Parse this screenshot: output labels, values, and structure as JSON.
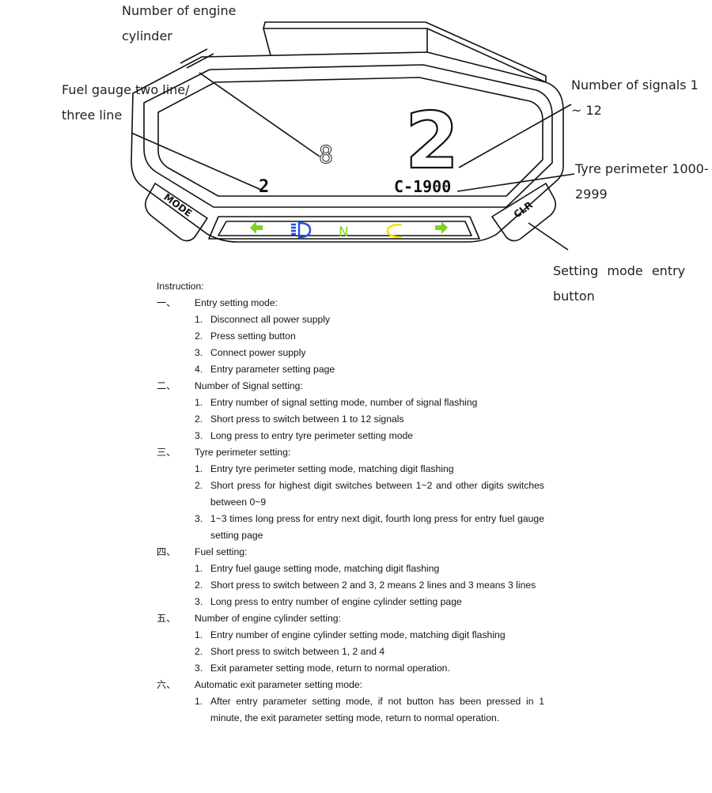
{
  "dashboard": {
    "cylinder_digit": "8",
    "fuel_digit": "2",
    "gear_digit": "2",
    "tyre_readout": "C-1900",
    "mode_button": "MODE",
    "clr_button": "CLR",
    "indicator_colors": {
      "left_turn": "#7ed321",
      "high_beam": "#1e4fd8",
      "neutral": "#7ed321",
      "check": "#f4e000",
      "right_turn": "#7ed321"
    },
    "neutral_label": "N"
  },
  "callouts": {
    "cylinder": "Number of engine\ncylinder",
    "fuel": "Fuel gauge two line/\nthree line",
    "signals": "Number of signals 1\n~ 12",
    "tyre": "Tyre perimeter 1000-\n2999",
    "setting_button": "Setting mode entry\nbutton"
  },
  "instructions": {
    "title": "Instruction:",
    "sections": [
      {
        "num": "一、",
        "title": "Entry setting mode:",
        "items": [
          {
            "num": "1.",
            "text": "Disconnect all power supply"
          },
          {
            "num": "2.",
            "text": "Press setting button"
          },
          {
            "num": "3.",
            "text": "Connect power supply"
          },
          {
            "num": "4.",
            "text": "Entry parameter setting page"
          }
        ]
      },
      {
        "num": "二、",
        "title": "Number of Signal setting:",
        "items": [
          {
            "num": "1.",
            "text": "Entry number of signal setting mode, number of signal flashing"
          },
          {
            "num": "2.",
            "text": "Short press to switch between 1 to 12 signals"
          },
          {
            "num": "3.",
            "text": "Long press to entry tyre perimeter setting mode"
          }
        ]
      },
      {
        "num": "三、",
        "title": "Tyre perimeter setting:",
        "items": [
          {
            "num": "1.",
            "text": "Entry tyre perimeter setting mode, matching digit flashing"
          },
          {
            "num": "2.",
            "text": "Short press for highest digit switches between 1~2 and other digits switches between 0~9"
          },
          {
            "num": "3.",
            "text": "1~3 times long press for entry next digit, fourth long press for entry fuel gauge setting page"
          }
        ]
      },
      {
        "num": "四、",
        "title": "Fuel setting:",
        "items": [
          {
            "num": "1.",
            "text": "Entry fuel gauge setting mode, matching digit flashing"
          },
          {
            "num": "2.",
            "text": "Short press to switch between 2 and 3, 2 means 2 lines and 3 means 3 lines"
          },
          {
            "num": "3.",
            "text": "Long press to entry number of engine cylinder setting page"
          }
        ]
      },
      {
        "num": "五、",
        "title": "Number of engine cylinder setting:",
        "items": [
          {
            "num": "1.",
            "text": "Entry number of engine cylinder setting mode, matching digit flashing"
          },
          {
            "num": "2.",
            "text": "Short press to switch between 1, 2 and 4"
          },
          {
            "num": "3.",
            "text": "Exit parameter setting mode, return to normal operation."
          }
        ]
      },
      {
        "num": "六、",
        "title": "Automatic exit parameter setting mode:",
        "items": [
          {
            "num": "1.",
            "text": "After entry parameter setting mode, if not button has been pressed in 1 minute, the exit parameter setting mode, return to normal operation."
          }
        ]
      }
    ]
  }
}
